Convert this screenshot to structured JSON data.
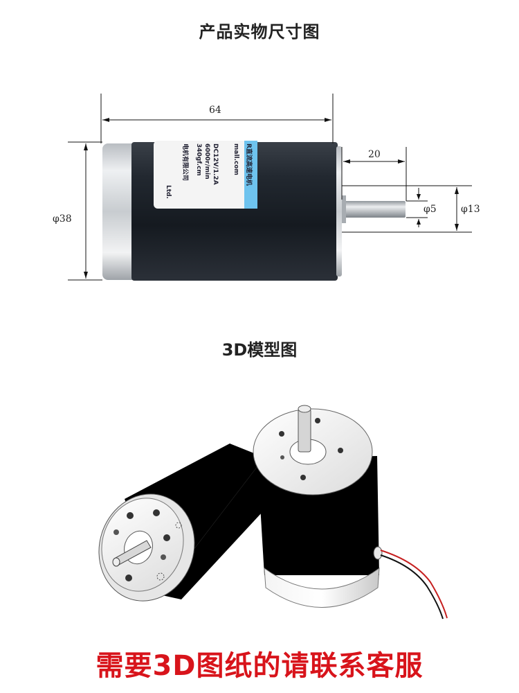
{
  "titles": {
    "photo": "产品实物尺寸图",
    "model": "3D模型图"
  },
  "dimensions": {
    "length": "64",
    "shaft_length": "20",
    "body_diameter": "φ38",
    "shaft_diameter": "φ5",
    "boss_diameter": "φ13"
  },
  "motor_label": {
    "line1": "R直流高速电机",
    "line2": "mall.com",
    "line3": "DC12V/1.2A",
    "line4": "6000r/min",
    "line5": "340gf.cm",
    "line6": "电机有限公司",
    "line7": "Ltd."
  },
  "footer": {
    "note": "需要3D图纸的请联系客服"
  },
  "colors": {
    "footer_text": "#d8141b",
    "motor_body": "#1f252c"
  }
}
